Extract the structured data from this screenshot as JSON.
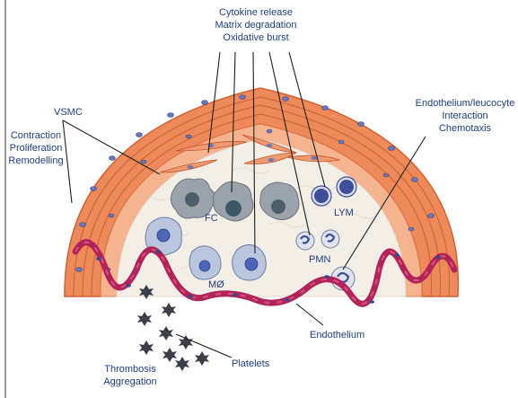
{
  "labels": {
    "top": [
      "Cytokine release",
      "Matrix degradation",
      "Oxidative burst"
    ],
    "right": [
      "Endothelium/leucocyte",
      "Interaction",
      "Chemotaxis"
    ],
    "vsmc": "VSMC",
    "left": [
      "Contraction",
      "Proliferation",
      "Remodelling"
    ],
    "fc": "FC",
    "lym": "LYM",
    "pmn": "PMN",
    "mphi": "MØ",
    "endothelium": "Endothelium",
    "platelets": "Platelets",
    "bottom_left": [
      "Thrombosis",
      "Aggregation"
    ]
  },
  "colors": {
    "outer_wall": "#ee8a5a",
    "inner_wall": "#f5b48f",
    "cell_nucleus": "#6b78b8",
    "endothelium": "#b0245a",
    "matrix": "#f3eee6",
    "foam_cell": "#9aa3ab",
    "macrophage": "#b9c6dd",
    "lymphocyte": "#3e4e9a",
    "label_text": "#1f3f7a"
  },
  "icons": [
    "vsmc-spindle-icon",
    "foam-cell-icon",
    "macrophage-icon",
    "lymphocyte-icon",
    "neutrophil-icon",
    "platelet-icon"
  ]
}
